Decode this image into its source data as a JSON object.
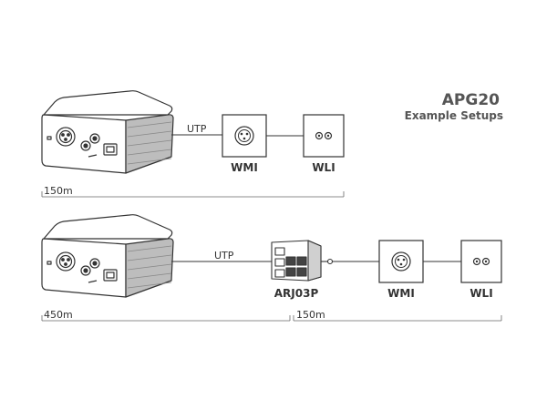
{
  "header": {
    "title": "APG20",
    "subtitle": "Example Setups"
  },
  "setup1": {
    "cable_label": "UTP",
    "wall_plate_1": "WMI",
    "wall_plate_2": "WLI",
    "distance": "150m"
  },
  "setup2": {
    "cable_label": "UTP",
    "splitter": "ARJ03P",
    "wall_plate_1": "WMI",
    "wall_plate_2": "WLI",
    "distance_1": "450m",
    "distance_2": "150m"
  },
  "colors": {
    "line": "#333333",
    "device_body": "#ffffff",
    "device_side": "#cccccc",
    "title": "#555555"
  }
}
